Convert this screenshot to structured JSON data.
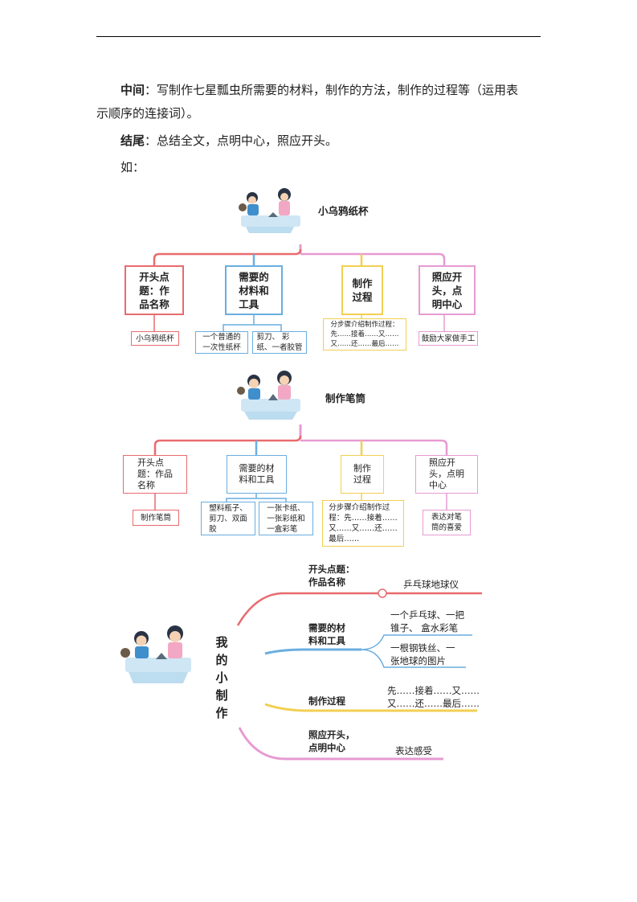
{
  "paragraphs": {
    "middle_label": "中间",
    "middle_text": "：写制作七星瓢虫所需要的材料，制作的方法，制作的过程等（运用表",
    "middle_text_2": "示顺序的连接词）。",
    "end_label": "结尾",
    "end_text": "：总结全文，点明中心，照应开头。",
    "example": "如："
  },
  "map1": {
    "title": "小乌鸦纸杯",
    "boxes": [
      "开头点\n题：作\n品名称",
      "需要的\n材料和\n工具",
      "制作\n过程",
      "照应开\n头，点\n明中心"
    ],
    "subs": [
      "小乌鸦纸杯",
      "一个普通的\n一次性纸杯",
      "剪刀、 彩\n纸、一者胶管",
      "分步骤介绍制作过程：\n先……接着……又……\n又……还……最后……",
      "鼓励大家做手工"
    ]
  },
  "map2": {
    "title": "制作笔筒",
    "boxes": [
      "开头点\n题：作品\n名称",
      "需要的材\n料和工具",
      "制作\n过程",
      "照应开\n头，点明\n中心"
    ],
    "subs": [
      "制作笔筒",
      "塑料瓶子、\n剪刀、双面\n胶",
      "一张卡纸、\n一张彩纸和\n一盒彩笔",
      "分步骤介绍制作过\n程：先……接着……\n又……又……还……\n最后……",
      "表达对笔\n筒的喜爱"
    ]
  },
  "map3": {
    "center": [
      "我",
      "的",
      "小",
      "制",
      "作"
    ],
    "b1_label": "开头点题：\n作品名称",
    "b1_leaf": "乒乓球地球仪",
    "b2_label": "需要的材\n料和工具",
    "b2_leaf1": "一个乒乓球、一把\n锥子、 盒水彩笔",
    "b2_leaf2": "一根钢铁丝、一\n张地球的图片",
    "b3_label": "制作过程",
    "b3_leaf": "先……接着……又……\n又……还……最后……",
    "b4_label": "照应开头，\n点明中心",
    "b4_leaf": "表达感受"
  },
  "colors": {
    "red": "#e86b6f",
    "blue": "#6aaee0",
    "yellow": "#f2cf52",
    "pink": "#e79ad2"
  }
}
